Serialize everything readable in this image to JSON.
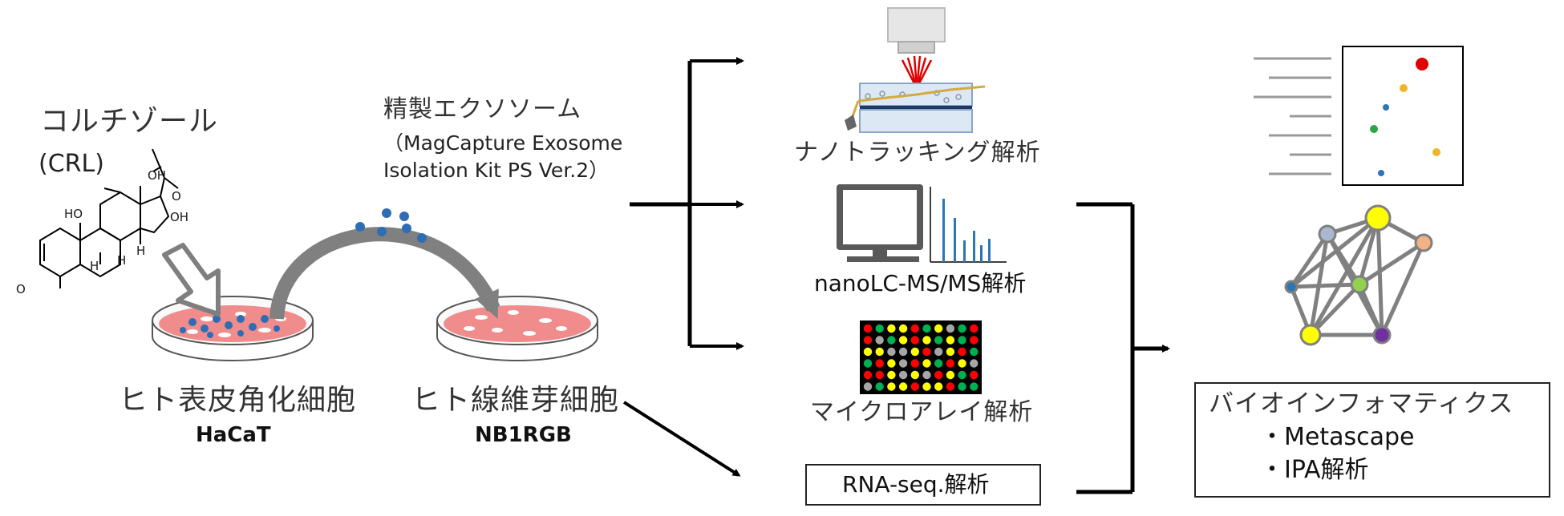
{
  "compound": {
    "name_jp": "コルチゾール",
    "abbr": "(CRL)"
  },
  "chem_labels": {
    "ho_top": "OH",
    "o_side": "O",
    "ho_left": "HO",
    "oh_right": "OH",
    "h_left": "H",
    "h_mid": "H",
    "h_right": "H",
    "o_ring": "O"
  },
  "purification": {
    "title": "精製エクソソーム",
    "kit_line1": "（MagCapture Exosome",
    "kit_line2": "Isolation Kit PS Ver.2）"
  },
  "cell_source": {
    "name_jp": "ヒト表皮角化細胞",
    "name_en": "HaCaT"
  },
  "cell_target": {
    "name_jp": "ヒト線維芽細胞",
    "name_en": "NB1RGB"
  },
  "analyses": {
    "nanotracking": "ナノトラッキング解析",
    "nanolc": "nanoLC-MS/MS解析",
    "microarray": "マイクロアレイ解析",
    "rnaseq": "RNA-seq.解析"
  },
  "bioinformatics": {
    "title": "バイオインフォマティクス",
    "item1": "・Metascape",
    "item2": "・IPA解析"
  },
  "colors": {
    "exosome": "#2e6db4",
    "dish_fill": "#f08c8c",
    "arrow_gray": "#7f7f7f",
    "ms_peak": "#2e75b6",
    "line": "#000000"
  }
}
